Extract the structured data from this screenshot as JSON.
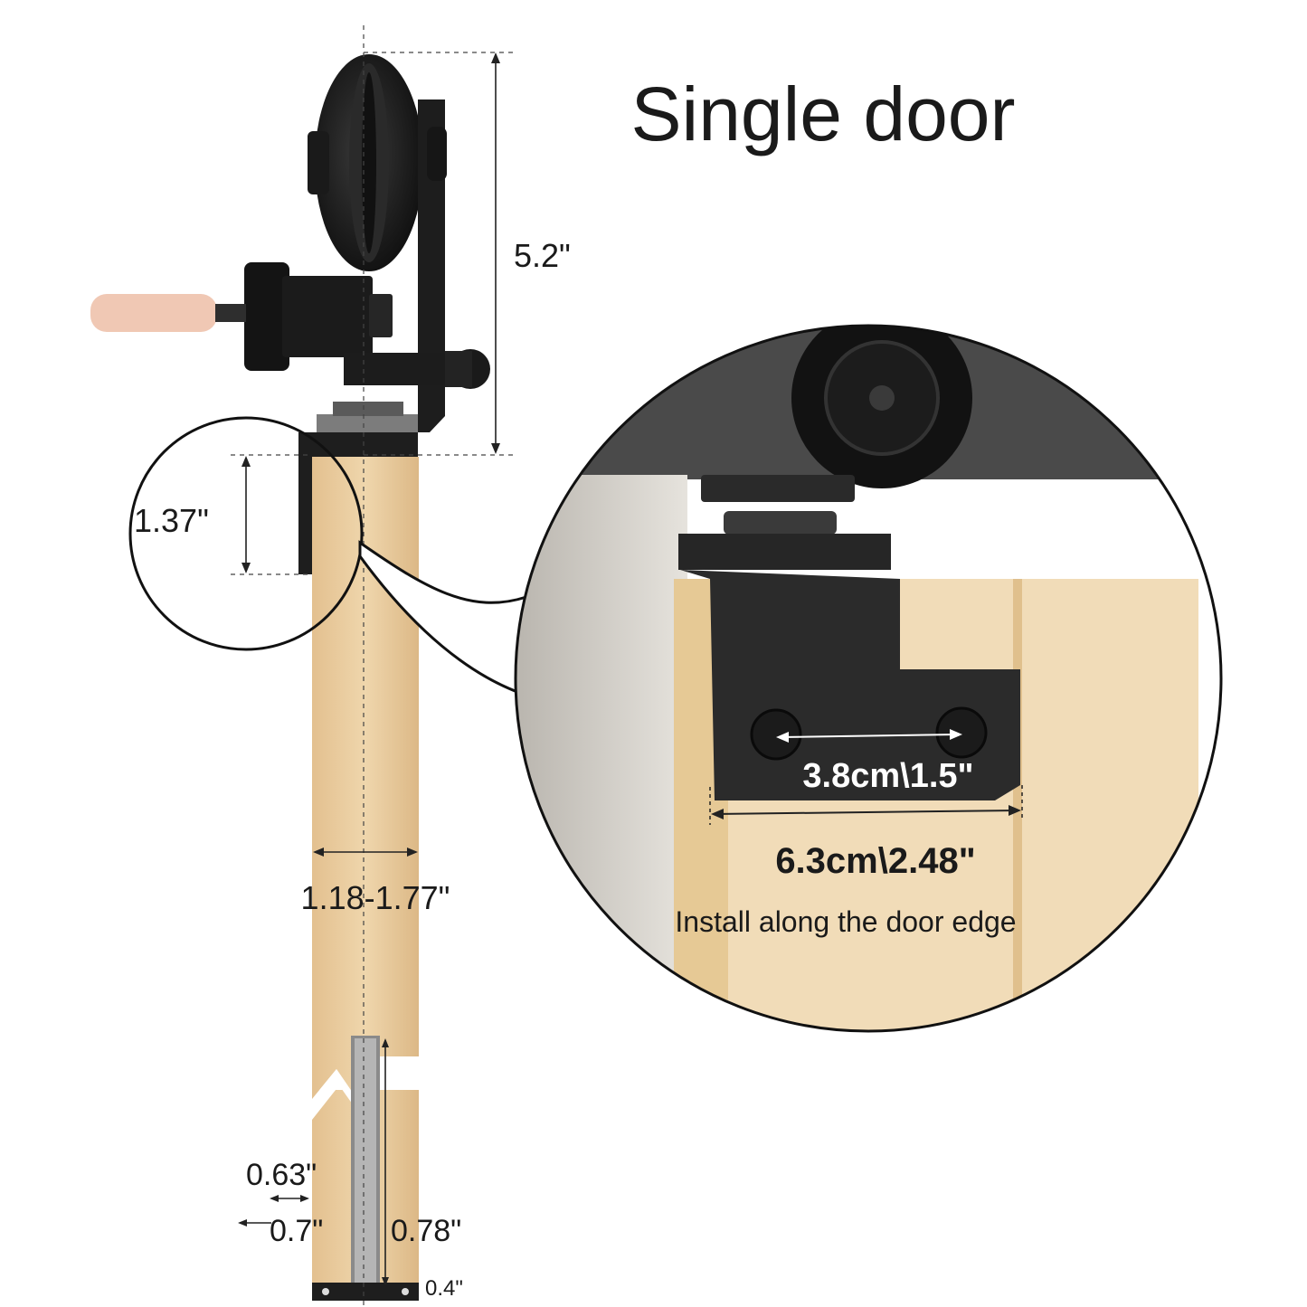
{
  "title": "Single door",
  "dimensions": {
    "hanger_height": "5.2\"",
    "bracket_height": "1.37\"",
    "door_thickness": "1.18-1.77\"",
    "guide_offset": "0.63\"",
    "guide_width": "0.7\"",
    "guide_height": "0.78\"",
    "guide_base": "0.4\""
  },
  "detail": {
    "hole_spacing": "3.8cm\\1.5\"",
    "bracket_width": "6.3cm\\2.48\"",
    "instruction": "Install along the door edge"
  },
  "colors": {
    "wood": "#e9cfa0",
    "metal": "#1e1e1e",
    "detail_bg": "#4a4a4a",
    "text": "#1a1a1a"
  }
}
